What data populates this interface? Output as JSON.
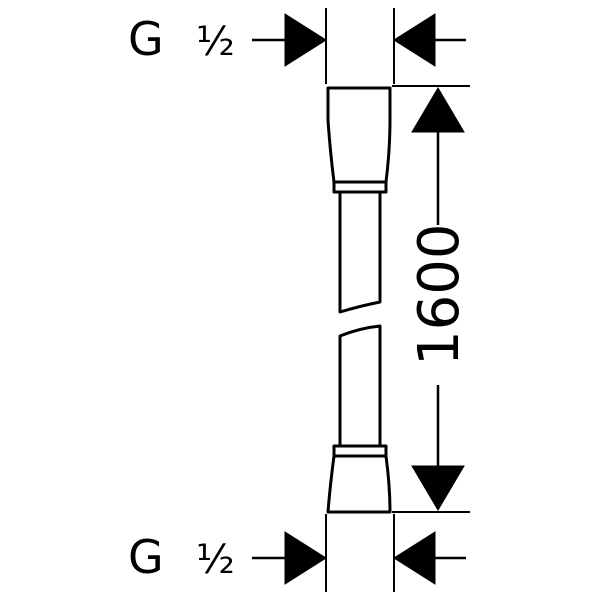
{
  "top_thread": {
    "prefix": "G",
    "size": "½"
  },
  "bottom_thread": {
    "prefix": "G",
    "size": "½"
  },
  "length_dimension": {
    "value": "1600"
  },
  "colors": {
    "ink": "#000000",
    "paper": "#ffffff"
  }
}
